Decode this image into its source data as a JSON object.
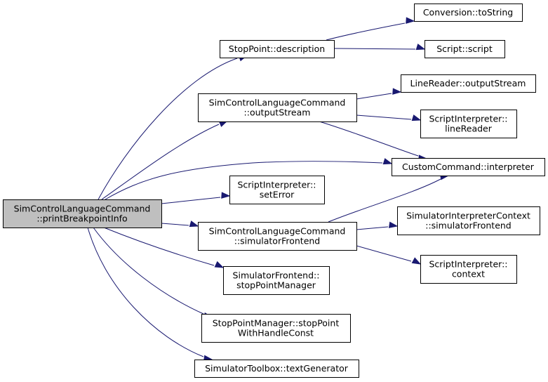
{
  "nodes": {
    "root": [
      "SimControlLanguageCommand",
      "::printBreakpointInfo"
    ],
    "stoppoint_description": [
      "StopPoint::description"
    ],
    "conversion_tostring": [
      "Conversion::toString"
    ],
    "script_script": [
      "Script::script"
    ],
    "scl_outputstream": [
      "SimControlLanguageCommand",
      "::outputStream"
    ],
    "linereader_outputstream": [
      "LineReader::outputStream"
    ],
    "scriptinterpreter_linereader": [
      "ScriptInterpreter::",
      "lineReader"
    ],
    "customcommand_interpreter": [
      "CustomCommand::interpreter"
    ],
    "scriptinterpreter_seterror": [
      "ScriptInterpreter::",
      "setError"
    ],
    "scl_simulatorfrontend": [
      "SimControlLanguageCommand",
      "::simulatorFrontend"
    ],
    "simulatorinterpretercontext_simulatorfrontend": [
      "SimulatorInterpreterContext",
      "::simulatorFrontend"
    ],
    "scriptinterpreter_context": [
      "ScriptInterpreter::",
      "context"
    ],
    "simulatorfrontend_stoppointmanager": [
      "SimulatorFrontend::",
      "stopPointManager"
    ],
    "stoppointmanager_stoppoint": [
      "StopPointManager::stopPoint",
      "WithHandleConst"
    ],
    "simulatortoolbox_textgenerator": [
      "SimulatorToolbox::textGenerator"
    ]
  },
  "edges": [
    [
      "root",
      "stoppoint_description"
    ],
    [
      "root",
      "scl_outputstream"
    ],
    [
      "root",
      "customcommand_interpreter"
    ],
    [
      "root",
      "scriptinterpreter_seterror"
    ],
    [
      "root",
      "scl_simulatorfrontend"
    ],
    [
      "root",
      "simulatorfrontend_stoppointmanager"
    ],
    [
      "root",
      "stoppointmanager_stoppoint"
    ],
    [
      "root",
      "simulatortoolbox_textgenerator"
    ],
    [
      "stoppoint_description",
      "conversion_tostring"
    ],
    [
      "stoppoint_description",
      "script_script"
    ],
    [
      "scl_outputstream",
      "linereader_outputstream"
    ],
    [
      "scl_outputstream",
      "scriptinterpreter_linereader"
    ],
    [
      "scl_outputstream",
      "customcommand_interpreter"
    ],
    [
      "scl_simulatorfrontend",
      "customcommand_interpreter"
    ],
    [
      "scl_simulatorfrontend",
      "simulatorinterpretercontext_simulatorfrontend"
    ],
    [
      "scl_simulatorfrontend",
      "scriptinterpreter_context"
    ]
  ],
  "colors": {
    "edge": "#191970",
    "root_fill": "#bfbfbf",
    "node_fill": "#ffffff",
    "border": "#000000"
  }
}
